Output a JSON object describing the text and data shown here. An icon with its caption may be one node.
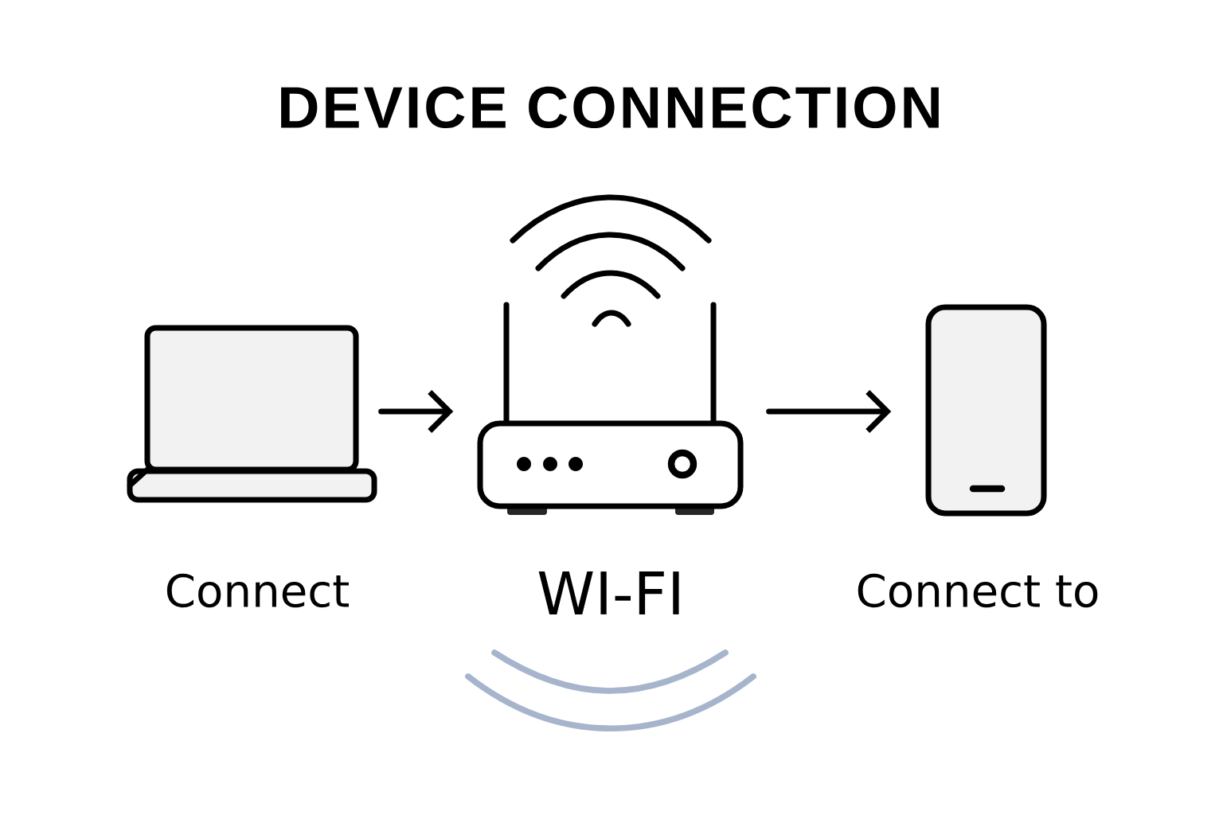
{
  "diagram": {
    "title": "DEVICE CONNECTION",
    "nodes": [
      {
        "text": [],
        "shape": "picture",
        "beside": [
          "Connect"
        ]
      },
      {
        "text": [],
        "shape": "picture",
        "beside": [
          "WI-FI"
        ]
      },
      {
        "text": [],
        "shape": "picture",
        "beside": [
          "Connect to"
        ]
      }
    ],
    "edges": [
      {
        "from": 0,
        "to": 1,
        "arrow": "to"
      },
      {
        "from": 1,
        "to": 2,
        "arrow": "to"
      }
    ]
  }
}
